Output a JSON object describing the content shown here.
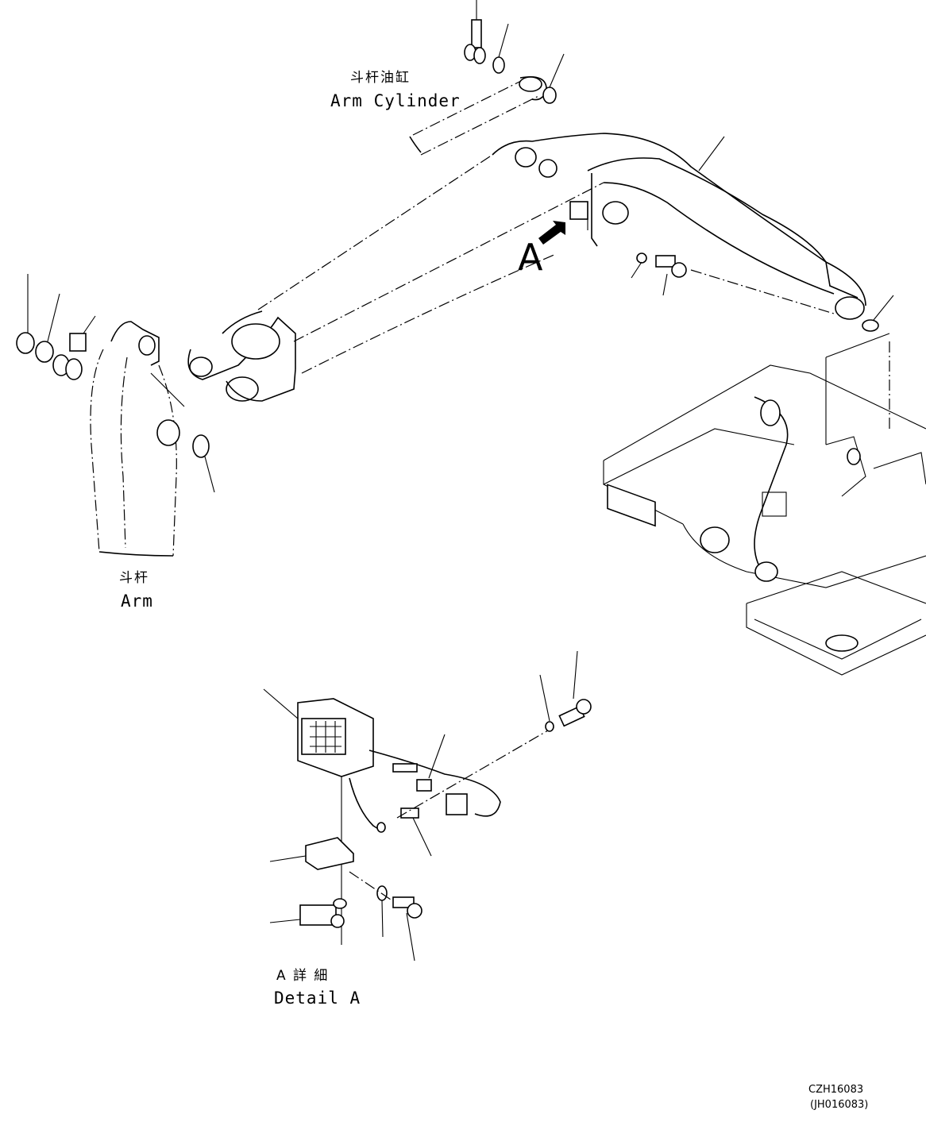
{
  "labels": {
    "arm_cylinder_cn": "斗杆油缸",
    "arm_cylinder_en": "Arm Cylinder",
    "arm_cn": "斗杆",
    "arm_en": "Arm",
    "view_letter": "A",
    "detail_cn": "A 詳 細",
    "detail_en": "Detail A",
    "drawing_no": "CZH16083",
    "drawing_no_alt": "(JH016083)"
  }
}
